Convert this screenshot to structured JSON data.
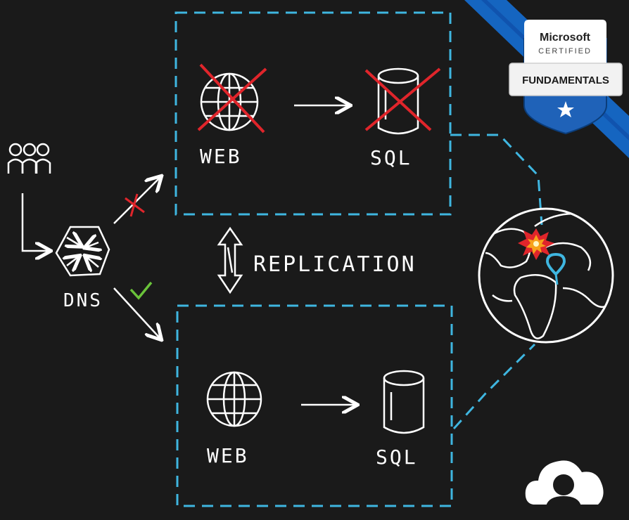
{
  "diagram": {
    "primary_region": {
      "web_label": "WEB",
      "sql_label": "SQL"
    },
    "secondary_region": {
      "web_label": "WEB",
      "sql_label": "SQL"
    },
    "dns_label": "DNS",
    "replication_label": "REPLICATION"
  },
  "badge": {
    "brand": "Microsoft",
    "subtitle": "CERTIFIED",
    "level": "FUNDAMENTALS"
  },
  "colors": {
    "background": "#1a1a1a",
    "region_border": "#3fb6e0",
    "failure_mark": "#e0252b",
    "success_check": "#6ac33a",
    "badge_ribbon": "#1565c0",
    "badge_shield": "#1f62b8"
  }
}
